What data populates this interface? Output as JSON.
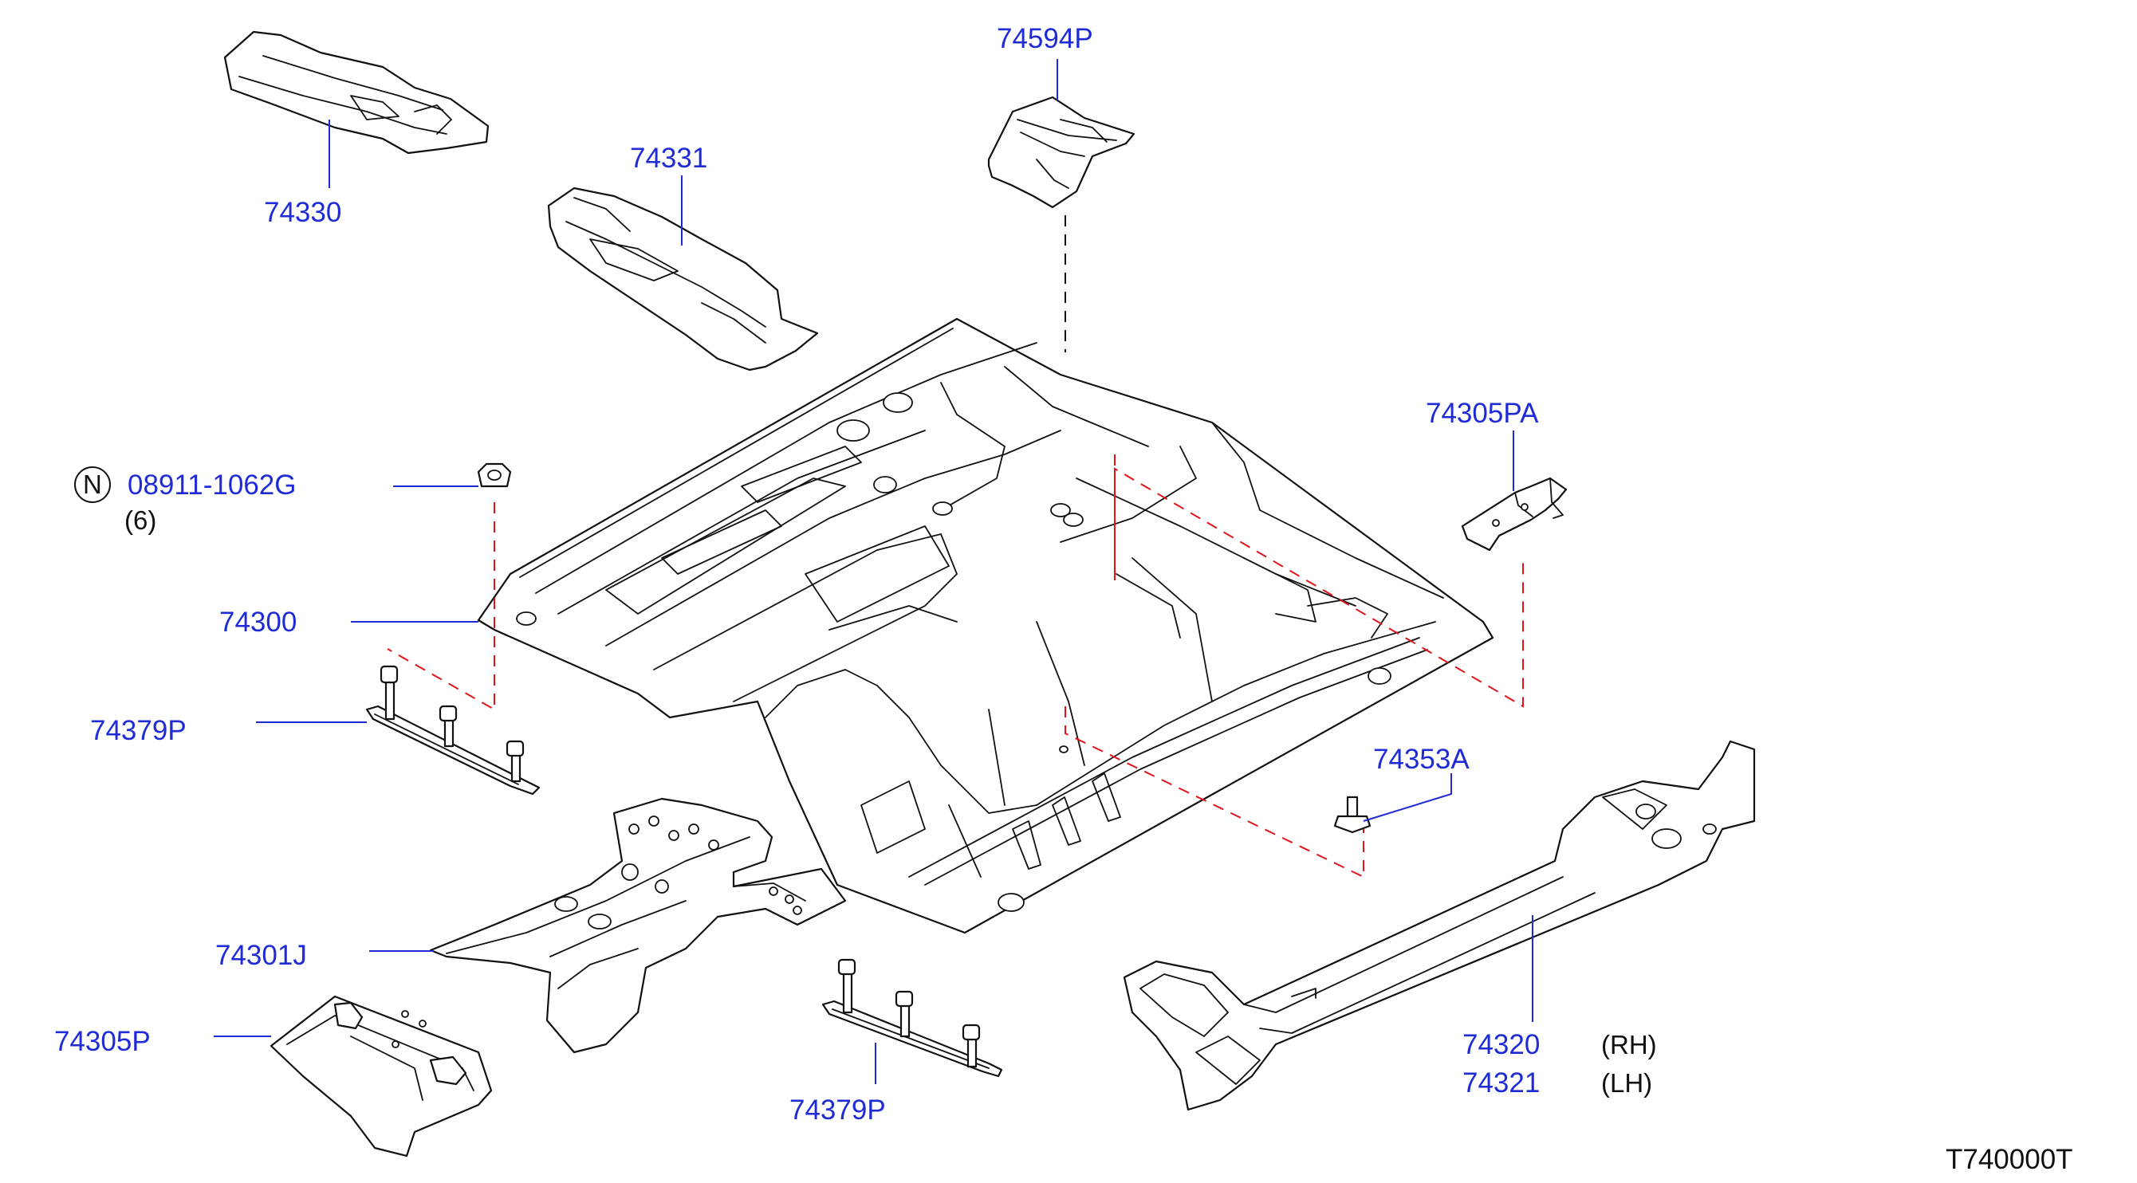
{
  "diagram_code": "T740000T",
  "colors": {
    "label": "#1f2bd6",
    "leader": "#1f2bd6",
    "dash_red": "#e0141a",
    "line": "#111111"
  },
  "labels": {
    "p74330": "74330",
    "p74331": "74331",
    "p74594p": "74594P",
    "p74305pa": "74305PA",
    "p08911": "08911-1062G",
    "qty_08911": "(6)",
    "n_mark": "N",
    "p74300": "74300",
    "p74379p_left": "74379P",
    "p74353a": "74353A",
    "p74301j": "74301J",
    "p74305p": "74305P",
    "p74379p_bottom": "74379P",
    "p74320": "74320",
    "p74321": "74321",
    "rh": "(RH)",
    "lh": "(LH)"
  }
}
